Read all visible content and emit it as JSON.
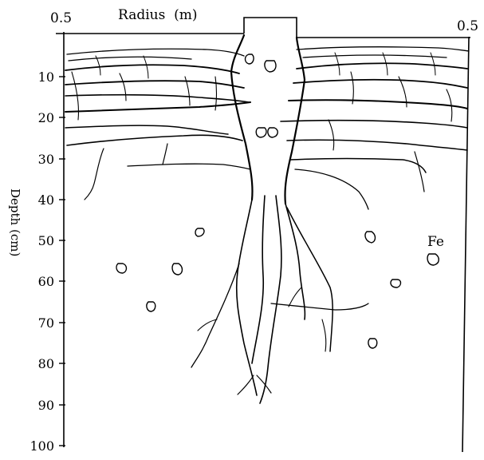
{
  "figure": {
    "title_radius": "Radius  (m)",
    "radius_left": "0.5",
    "radius_right": "0.5",
    "depth_label": "Depth (cm)",
    "fe_label": "Fe",
    "depth_ticks": [
      "10",
      "20",
      "30",
      "40",
      "50",
      "60",
      "70",
      "80",
      "90",
      "100"
    ]
  }
}
